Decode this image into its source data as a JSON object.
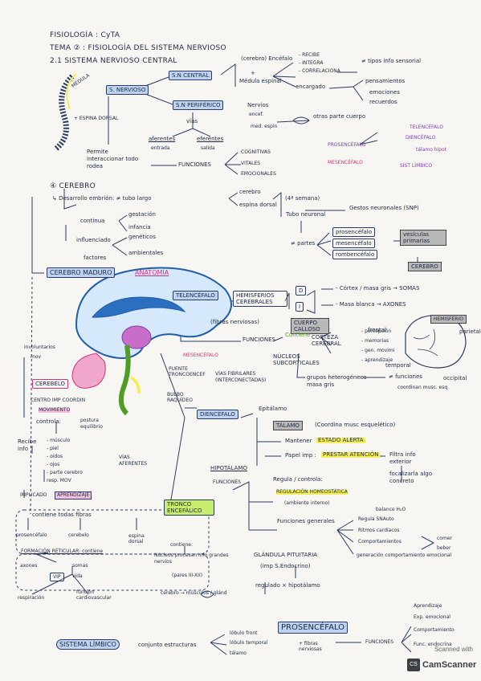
{
  "header": {
    "line1": "FISIOLOGÍA : CyTA",
    "line2": "TEMA ② : FISIOLOGÍA DEL SISTEMA NERVIOSO",
    "line3": "2.1 SISTEMA NERVIOSO CENTRAL"
  },
  "top": {
    "medulla_word": "MÉDULA",
    "espina": "+ ESPINA DORSAL",
    "s_nervioso": "S. NERVIOSO",
    "snc": "S.N CENTRAL",
    "snp": "S.N PERIFÉRICO",
    "cerebro_enc": "(cerebro) Encéfalo",
    "plus": "+",
    "medula_esp": "Médula espinal",
    "recibe": "- RECIBE",
    "integra": "- INTEGRA",
    "correlaciona": "- CORRELACIONA",
    "tipos": "≠ tipos info sensorial",
    "encargado": "encargado",
    "pensamientos": "pensamientos",
    "emociones": "emociones",
    "recuerdos": "recuerdos",
    "nervios": "Nervios",
    "encef": "encef.",
    "med_espin": "med. espin",
    "otras": "otras parte cuerpo",
    "vias": "vías",
    "aferentes": "aferentes",
    "entrada": "entrada",
    "eferentes": "eferentes",
    "salida": "salida",
    "permite": "Permite interaccionar todo rodea",
    "funciones": "FUNCIONES",
    "cognitivas": "COGNITIVAS",
    "vitales": "VITALES",
    "emocionales": "EMOCIONALES",
    "telencefalo": "TELENCÉFALO",
    "diencefalo": "DIENCÉFALO",
    "talamo_hipot": "tálamo hipot",
    "prosencefalo": "PROSENCÉFALO",
    "mesencefalo": "MESENCÉFALO",
    "sist_limbico": "SIST LÍMBICO"
  },
  "cerebro": {
    "title": "④ CEREBRO",
    "desarrollo": "↳ Desarrollo embrión: ≠ tubo largo",
    "cerebro": "cerebro",
    "espina_dorsal": "espina dorsal",
    "semana": "(4ª semana)",
    "tubo": "Tubo neuronal",
    "gestos": "Gestos neuronales (SNP)",
    "continua": "continua",
    "gestacion": "gestación",
    "infancia": "infancia",
    "partes": "≠ partes",
    "prosenc": "prosencéfalo",
    "mesenc": "mesencéfalo",
    "romb": "rombencéfalo",
    "vesiculas": "vesículas primarias",
    "influenciado": "influenciado",
    "factores": "factores",
    "geneticos": "genéticos",
    "ambientales": "ambientales",
    "cerebro_box": "CEREBRO",
    "maduro": "CEREBRO MADURO",
    "anatomia": "ANATOMÍA"
  },
  "anatomy": {
    "telencefalo": "TELENCÉFALO",
    "hemisferios": "HEMISFERIOS CEREBRALES",
    "d": "D",
    "i": "I",
    "cortex": "- Córtex / masa gris → SOMAS",
    "masa_blanca": "- Masa blanca → AXONES",
    "cuerpo_calloso": "CUERPO CALLOSO",
    "fibras": "(fibras nerviosas)",
    "hemisferio": "HEMISFERIO",
    "frontal": "frontal",
    "parietal": "parietal",
    "temporal": "temporal",
    "occipital": "occipital",
    "funciones": "FUNCIONES",
    "contiene": "Contiene",
    "corteza": "CORTEZA CEREBRAL",
    "percepcion": "- percepción",
    "memorias": "- memorias",
    "gen_movimi": "- gen. movimi",
    "aprendizaje": "- aprendizaje",
    "nucleos": "NÚCLEOS SUBCORTICALES",
    "grupos": "grupos heterogéneos masa gris",
    "funciones_ne": "≠ funciones",
    "coordinan": "coordinan musc. esq",
    "mesencefalo": "MESENCÉFALO",
    "puente": "PUENTE TRONCOENCEF",
    "bulbo": "BULBO RAQUÍDEO",
    "vias_fib": "VÍAS FIBRILARES (INTERCONECTADAS)",
    "cerebelo": "CEREBELO",
    "involuntarios": "involuntarios",
    "mov": "mov",
    "centro_coord": "CENTRO IMP COORDIN",
    "movimiento": "MOVIMIENTO",
    "controla": "controla:",
    "postura": "postura equilibrio",
    "recibe_info": "Recibe info",
    "musculo": "- músculo",
    "piel": "- piel",
    "oidos": "- oídos",
    "ojos": "- ojos",
    "parte_cerebro": "- parte cerebro",
    "resp_mov": "resp. MOV",
    "vias_aferentes": "VÍAS AFERENTES",
    "implicado": "IMPLICADO",
    "aprendizaje_box": "APRENDIZAJE",
    "diencefalo": "DIENCÉFALO",
    "epitalamo": "Epitálamo",
    "talamo": "TÁLAMO",
    "talamo_desc": "(Coordina musc esquelético)",
    "hipotalamo": "HIPOTÁLAMO",
    "mantener": "Mantener",
    "estado_alerta": "ESTADO ALERTA",
    "papel": "Papel imp :",
    "prestar": "PRESTAR ATENCIÓN",
    "filtra": "Filtra info exterior",
    "focalizarla": "focalizarla algo concreto",
    "funciones2": "FUNCIONES",
    "regula": "Regula / controla:",
    "regulacion": "REGULACIÓN HOMEOSTÁTICA",
    "ambiente": "(ambiente interno)",
    "funciones_gen": "Funciones generales",
    "balance": "balance H₂O",
    "regula_sn": "Regula SNAuto",
    "ritmos": "Ritmos cardíacos",
    "comportamientos": "Comportamientos",
    "comer": "comer",
    "beber": "beber",
    "generacion": "generación comportamiento emocional",
    "glandula": "GLÁNDULA PITUITARIA",
    "imp_endocrino": "(imp S.Endocrino)",
    "regulado": "regulado × hipotálamo",
    "tronco": "TRONCO ENCEFÁLICO",
    "contiene_fib": "contiene todas fibras",
    "prosencefalo_s": "prosencéfalo",
    "cerebelo_s": "cerebelo",
    "espina_s": "espina dorsal",
    "formacion": "FORMACIÓN RETICULAR: contiene",
    "axones": "axones",
    "somas": "somas",
    "vip": "VIP",
    "vida": "vida",
    "respiracion": "respiración",
    "funcion_cv": "función cardiovascular",
    "contiene2": "contiene:",
    "nucleos_proc": "Núcleos procesan info grandes nervios",
    "pares": "(pares III-XII)",
    "cerebro_musc": "cerebro → músculos / glánd"
  },
  "bottom": {
    "sistema_limbico": "SISTEMA LÍMBICO",
    "conjunto": "conjunto estructuras",
    "lobulo_front": "lóbulo front",
    "lobulo_temp": "lóbulo temporal",
    "talamo": "tálamo",
    "prosencefalo": "PROSENCÉFALO",
    "fibras": "+ fibras nerviosas",
    "funciones": "FUNCIONES",
    "aprendizaje": "Aprendizaje",
    "exp_emocional": "Exp. emocional",
    "comportamiento": "Comportamiento",
    "func_endocrina": "Func. endocrina"
  },
  "watermark": {
    "scanned": "Scanned with",
    "brand": "CamScanner",
    "logo": "CS"
  }
}
